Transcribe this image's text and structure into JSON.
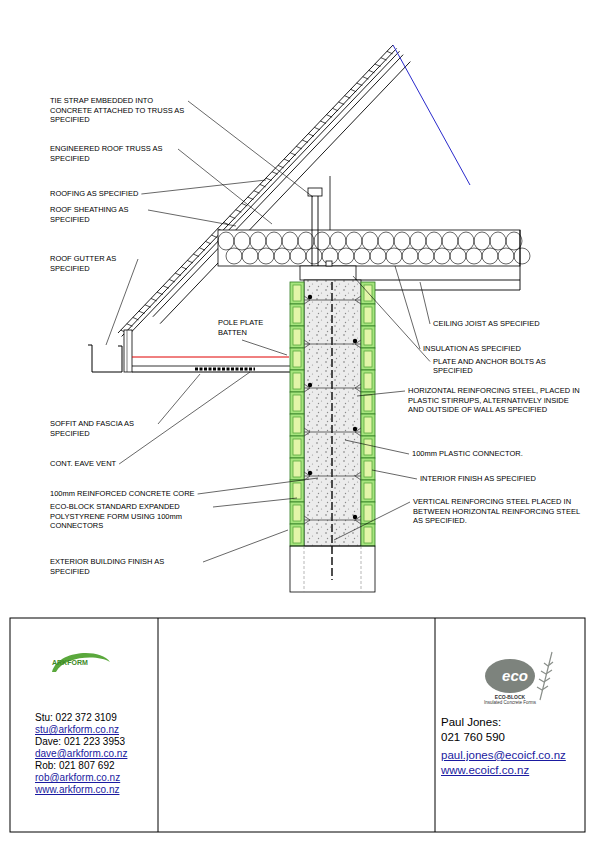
{
  "diagram": {
    "nodes": [
      {
        "text": [
          "ARKFORM",
          "Stu: 022 372 3109",
          "stu@arkform.co.nz",
          "Dave: 021 223 3953",
          "dave@arkform.co.nz",
          "Rob: 021 807 692",
          "rob@arkform.co.nz",
          "www.arkform.co.nz"
        ]
      },
      {
        "text": [
          "eco",
          "ECO-BLOCK",
          "Insulated Concrete Forms",
          "Paul Jones:",
          "021 760 590",
          "paul.jones@ecoicf.co.nz",
          "www.ecoicf.co.nz"
        ]
      }
    ],
    "labels": [
      "TIE STRAP EMBEDDED INTO CONCRETE ATTACHED TO TRUSS AS SPECIFIED",
      "ENGINEERED ROOF TRUSS AS SPECIFIED",
      "ROOFING AS SPECIFIED",
      "ROOF SHEATHING AS SPECIFIED",
      "ROOF GUTTER AS SPECIFIED",
      "POLE PLATE BATTEN",
      "SOFFIT AND FASCIA AS SPECIFIED",
      "CONT. EAVE VENT",
      "100mm REINFORCED CONCRETE CORE",
      "ECO-BLOCK STANDARD EXPANDED POLYSTYRENE FORM USING 100mm CONNECTORS",
      "EXTERIOR BUILDING FINISH AS SPECIFIED",
      "CEILING JOIST AS SPECIFIED",
      "INSULATION AS SPECIFIED",
      "PLATE AND ANCHOR BOLTS AS SPECIFIED",
      "HORIZONTAL REINFORCING STEEL, PLACED IN PLASTIC STIRRUPS, ALTERNATIVELY INSIDE AND OUTSIDE OF WALL AS SPECIFIED",
      "100mm PLASTIC CONNECTOR.",
      "INTERIOR FINISH AS SPECIFIED",
      "VERTICAL REINFORCING STEEL PLACED IN BETWEEN HORIZONTAL REINFORCING STEEL AS SPECIFIED."
    ]
  }
}
